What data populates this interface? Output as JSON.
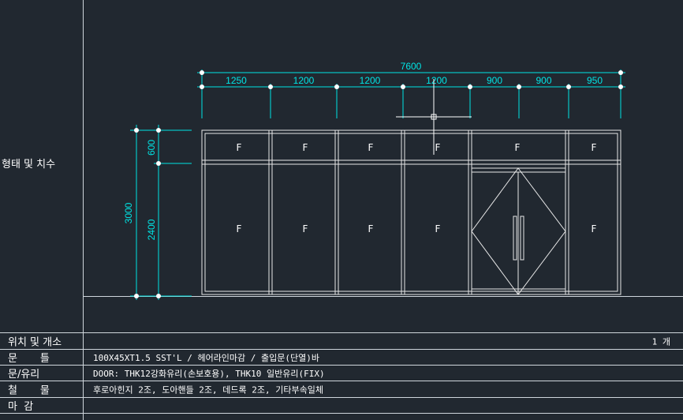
{
  "section_label": "형태 및 치수",
  "dimensions": {
    "overall_width": "7600",
    "segments": [
      "1250",
      "1200",
      "1200",
      "1200",
      "900",
      "900",
      "950"
    ],
    "overall_height": "3000",
    "transom_height": "600",
    "door_height": "2400"
  },
  "panel_mark": "F",
  "info_rows": [
    {
      "label": "위치 및 개소",
      "value": "",
      "right": "1 개"
    },
    {
      "label": "문       틀",
      "value": "100X45XT1.5 SST'L / 헤어라인마감 / 출입문(단열)바",
      "right": ""
    },
    {
      "label": "문/유리",
      "value": "DOOR: THK12강화유리(손보호용), THK10 일반유리(FIX)",
      "right": ""
    },
    {
      "label": "철       물",
      "value": "후로아힌지 2조, 도아핸들 2조, 데드록 2조, 기타부속일체",
      "right": ""
    },
    {
      "label": "마  감",
      "value": "",
      "right": ""
    }
  ],
  "colors": {
    "background": "#212830",
    "line": "#ffffff",
    "dimension": "#00e5e5"
  }
}
